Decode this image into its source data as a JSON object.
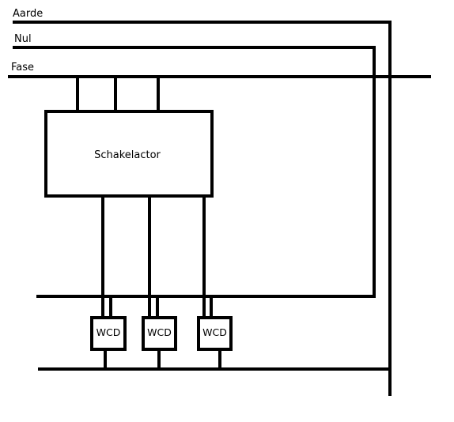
{
  "labels": {
    "aarde": "Aarde",
    "nul": "Nul",
    "fase": "Fase",
    "contactor": "Schakelactor",
    "wcd": [
      "WCD",
      "WCD",
      "WCD"
    ]
  },
  "colors": {
    "line": "#000000",
    "background": "#ffffff"
  }
}
